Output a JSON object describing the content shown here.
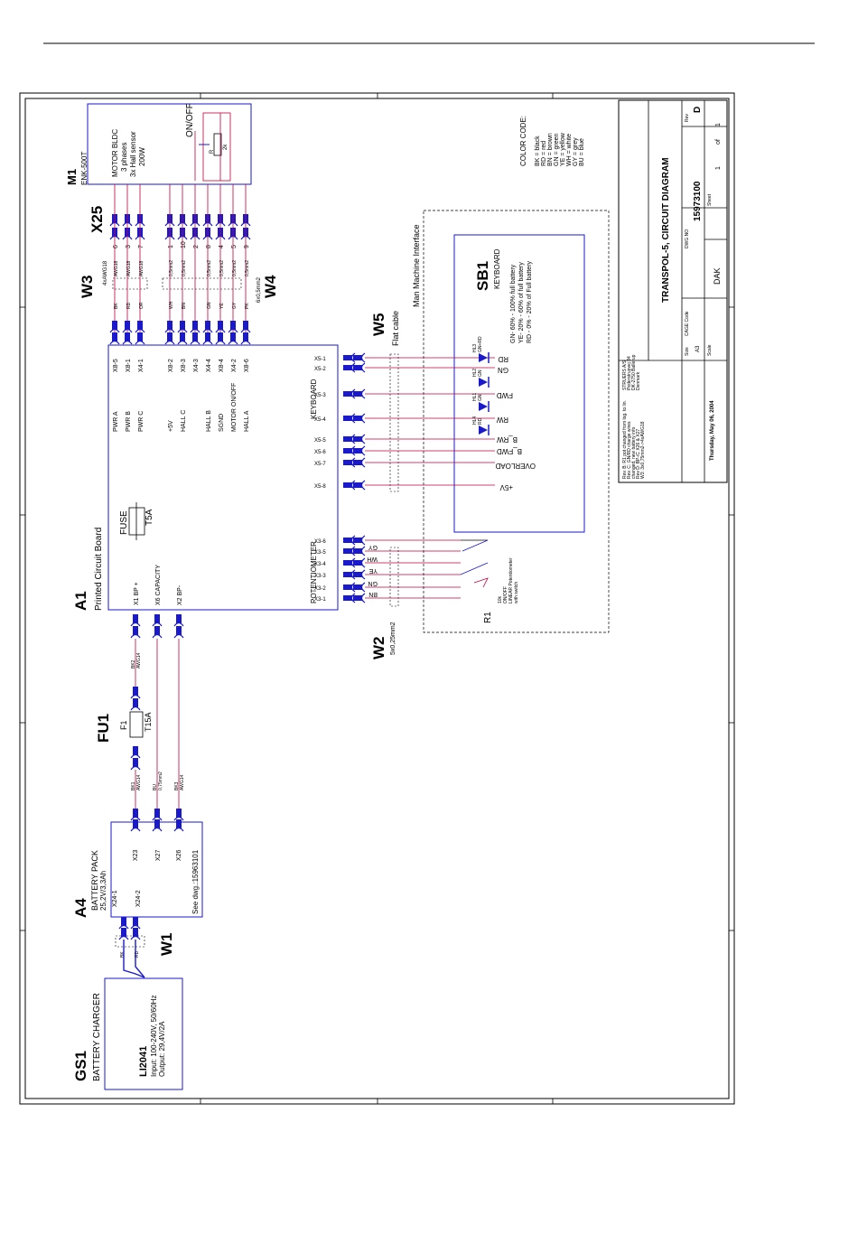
{
  "title_block": {
    "title": "TRANSPOL-5, CIRCUIT DIAGRAM",
    "rev": "Rev",
    "rev_value": "D",
    "dwg_no_label": "DWG NO",
    "dwg_no": "15973100",
    "sheet_label": "Sheet",
    "sheet_value": "1",
    "of_label": "of",
    "of_value": "1",
    "cage_label": "CAGE Code",
    "size_label": "Size",
    "size_value": "A3",
    "scale_label": "Scale",
    "drawn_by": "DAK",
    "date": "Thursday, May 06, 2004",
    "company": [
      "STRUERS A/S",
      "Pederstrupvej 84",
      "DK-2750 Ballerup",
      "Denmark"
    ],
    "rev_notes": [
      "Rev. B: R1 pot changed from log. to lin.",
      "Rev. C: GN/RD charge wires",
      "changed, new battery info",
      "Rev D: BP-/C X26 & X27",
      "W3: 3x0,75mm2->4xAWG18"
    ]
  },
  "color_code": {
    "heading": "COLOR CODE:",
    "entries": [
      "BK = black",
      "RD = red",
      "BN = brown",
      "GN = green",
      "YE = yellow",
      "WH = white",
      "GY = grey",
      "BU = blue"
    ]
  },
  "components": {
    "m1": {
      "ref": "M1",
      "type": "ENK-500T",
      "desc1": "MOTOR BLDC",
      "desc2": "3 phases",
      "desc3": "3x Hall sensor",
      "desc4": "200W",
      "switch": "ON/OFF",
      "r_label": "R",
      "r_value": "2k",
      "l_label": "L"
    },
    "x25": {
      "ref": "X25",
      "pins": [
        "6",
        "3",
        "7",
        "1",
        "10",
        "2",
        "8",
        "4",
        "5",
        "9"
      ]
    },
    "w3": {
      "ref": "W3",
      "spec": "4xAWG18",
      "wires": [
        [
          "BK",
          "AWG18"
        ],
        [
          "RD",
          "AWG18"
        ],
        [
          "OR",
          "AWG18"
        ]
      ]
    },
    "w4": {
      "ref": "W4",
      "spec": "6x0,5mm2",
      "wires": [
        [
          "WH",
          "0,5mm2"
        ],
        [
          "BN",
          "0,5mm2"
        ],
        [
          "GN",
          "0,5mm2"
        ],
        [
          "YE",
          "0,5mm2"
        ],
        [
          "GY",
          "0,5mm2"
        ],
        [
          "PK",
          "0,5mm2"
        ]
      ]
    },
    "a1": {
      "ref": "A1",
      "name": "Printed Circuit Board",
      "top_pins": [
        "X8-5",
        "X8-1",
        "X4-1",
        "X8-2",
        "X8-3",
        "X4-3",
        "X4-4",
        "X8-4",
        "X4-2",
        "X8-6"
      ],
      "top_labels": [
        "PWR A",
        "PWR B",
        "PWR C",
        "+5V",
        "HALL C",
        "HALL B",
        "SGND",
        "MOTOR ON/OFF",
        "HALL A"
      ],
      "fuse": "FUSE",
      "fuse_value": "T5A",
      "bottom_pins": [
        "X1  BP +",
        "X6  CAPACITY",
        "X2  BP-"
      ],
      "keyboard": "KEYBOARD",
      "kb_pins": [
        "X5-1",
        "X5-2",
        "X5-3",
        "X5-4",
        "X5-5",
        "X5-6",
        "X5-7",
        "X5-8"
      ],
      "potentiometer": "POTENTIOMETER",
      "pot_pins": [
        "X3-6",
        "X3-5",
        "X3-4",
        "X3-3",
        "X3-2",
        "X3-1"
      ]
    },
    "w5": {
      "ref": "W5",
      "spec": "Flat cable"
    },
    "w2": {
      "ref": "W2",
      "spec": "5x0,25mm2",
      "wires": [
        "GY",
        "WH",
        "YE",
        "GN",
        "BN"
      ]
    },
    "mmi": {
      "label": "Man Machine Interface"
    },
    "sb1": {
      "ref": "SB1",
      "name": "KEYBOARD",
      "legend": [
        "GN- 60% - 100% full battery",
        "YE- 20% - 60% of full battery",
        "RD - 0% - 20% of Full battery"
      ],
      "leds": [
        "HL3\nGN+RD",
        "HL2\nGN",
        "HL1\nGN",
        "HL4\nRD"
      ],
      "keys": [
        "RD",
        "GN",
        "FWD",
        "RW",
        "B_RW",
        "B_FWD",
        "OVERLOAD",
        "+5V"
      ]
    },
    "r1": {
      "ref": "R1",
      "value": "10k",
      "type1": "ON/OFF",
      "type2": "LINEAR Potentiometer",
      "type3": "with switch",
      "pins": [
        "1",
        "2",
        "3"
      ]
    },
    "fu1": {
      "ref": "FU1",
      "f": "F1",
      "value": "T15A"
    },
    "wires_mid": [
      [
        "BK2",
        "AWG14"
      ],
      [
        "BK1",
        "AWG14"
      ],
      [
        "BU",
        "0,75mm2"
      ],
      [
        "BK3",
        "AWG14"
      ]
    ],
    "a4": {
      "ref": "A4",
      "name": "BATTERY PACK",
      "spec": "25,2V/3,3Ah",
      "pins": [
        "X24-1",
        "X24-2",
        "X23",
        "X27",
        "X26"
      ],
      "see": "See dwg.:15963101"
    },
    "w1": {
      "ref": "W1",
      "wires": [
        "BK",
        "RD"
      ]
    },
    "gs1": {
      "ref": "GS1",
      "name": "BATTERY CHARGER",
      "model": "LI2041",
      "input": "Input: 100-240V, 50/60Hz",
      "output": "Output: 29,4V/2A"
    }
  },
  "colors": {
    "wire": "#c0003c",
    "connector": "#1a1acc",
    "line": "#000000"
  }
}
